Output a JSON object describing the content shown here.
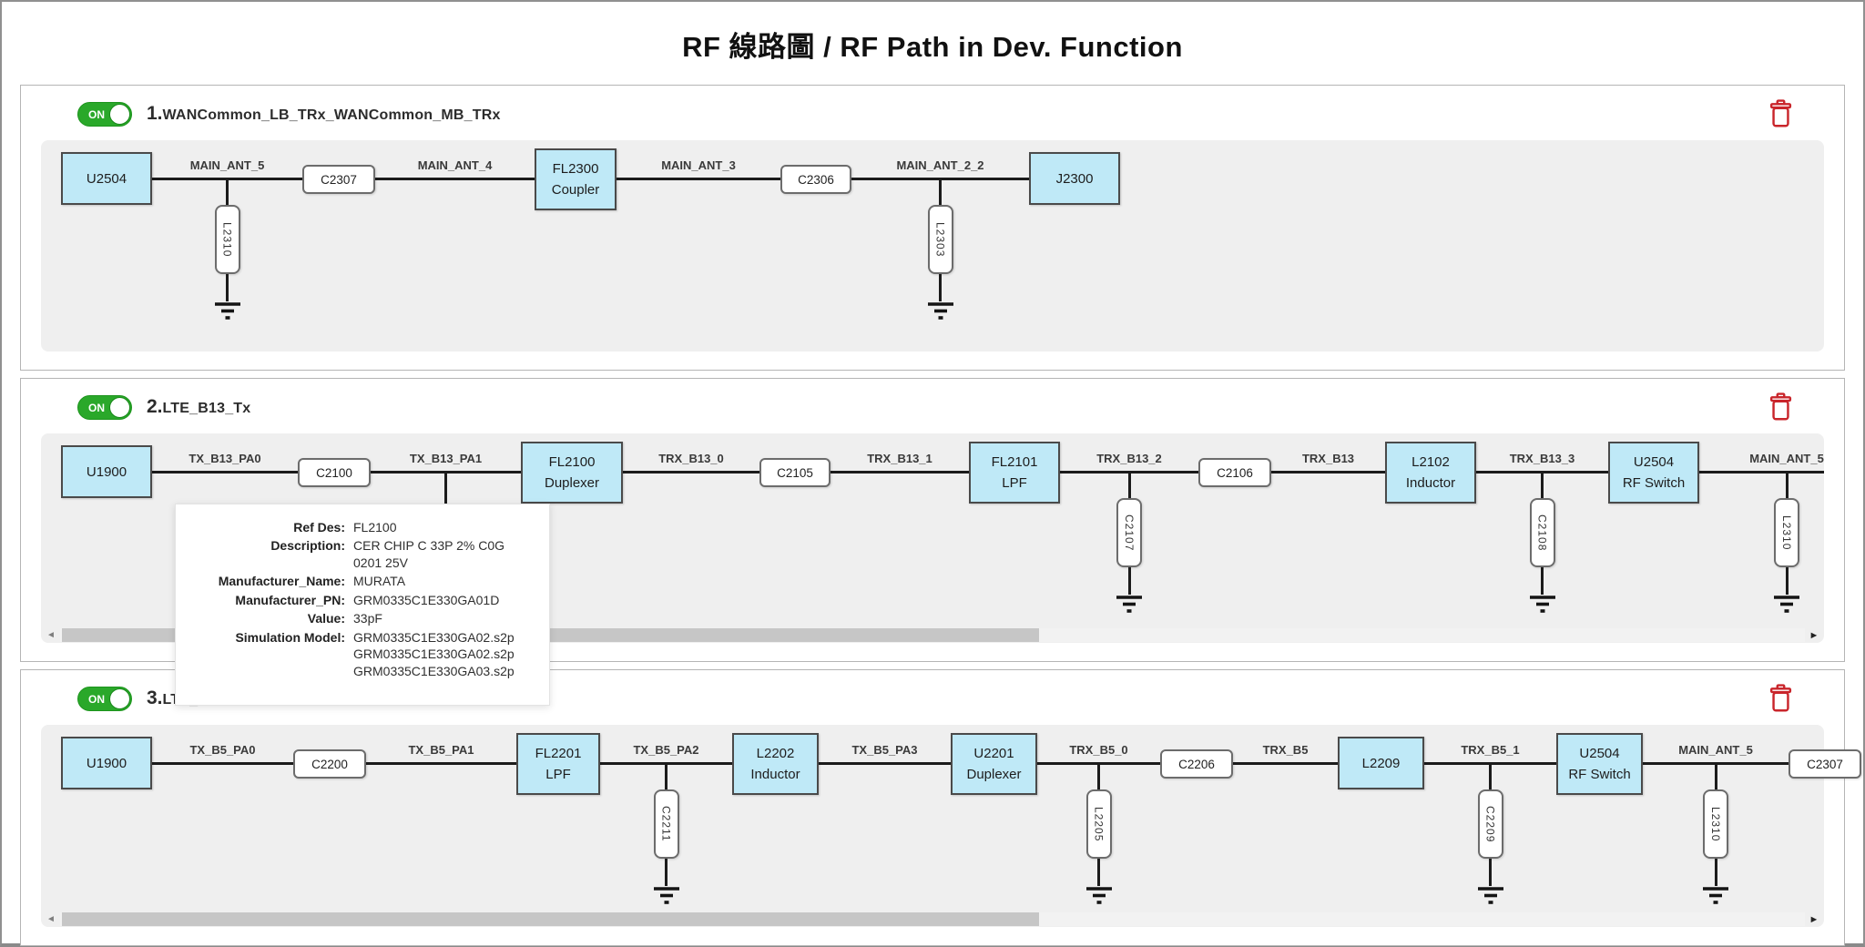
{
  "page": {
    "title": "RF 線路圖 / RF Path in Dev. Function"
  },
  "colors": {
    "toggle_green": "#2aa82a",
    "chip_fill": "#bfe9f7",
    "trash_red": "#c9252b",
    "wire": "#1b1b1b",
    "diagram_bg": "#efefef"
  },
  "sections": [
    {
      "index": "1.",
      "name": "WANCommon_LB_TRx_WANCommon_MB_TRx",
      "toggle_label": "ON",
      "diagram_height": 232,
      "scrollbar": null,
      "path": [
        {
          "type": "chip",
          "label": "U2504",
          "w": 100
        },
        {
          "type": "net",
          "label": "MAIN_ANT_5",
          "shunt": "L2310",
          "w": 165
        },
        {
          "type": "part",
          "label": "C2307",
          "w": 80
        },
        {
          "type": "net",
          "label": "MAIN_ANT_4",
          "w": 175
        },
        {
          "type": "chip",
          "label": "FL2300",
          "sub": "Coupler",
          "w": 90
        },
        {
          "type": "net",
          "label": "MAIN_ANT_3",
          "w": 180
        },
        {
          "type": "part",
          "label": "C2306",
          "w": 78
        },
        {
          "type": "net",
          "label": "MAIN_ANT_2_2",
          "shunt": "L2303",
          "w": 195
        },
        {
          "type": "chip",
          "label": "J2300",
          "w": 100
        },
        {
          "type": "spacer"
        }
      ]
    },
    {
      "index": "2.",
      "name": "LTE_B13_Tx",
      "toggle_label": "ON",
      "diagram_height": 230,
      "scrollbar": {
        "thumb_width": "56%",
        "left_arrow": "◄",
        "right_arrow": "►"
      },
      "path": [
        {
          "type": "chip",
          "label": "U1900",
          "w": 100
        },
        {
          "type": "net",
          "label": "TX_B13_PA0",
          "w": 160
        },
        {
          "type": "part",
          "label": "C2100",
          "w": 80
        },
        {
          "type": "net",
          "label": "TX_B13_PA1",
          "stub": true,
          "w": 165
        },
        {
          "type": "chip",
          "label": "FL2100",
          "sub": "Duplexer",
          "w": 112
        },
        {
          "type": "net",
          "label": "TRX_B13_0",
          "w": 150
        },
        {
          "type": "part",
          "label": "C2105",
          "w": 78
        },
        {
          "type": "net",
          "label": "TRX_B13_1",
          "w": 152
        },
        {
          "type": "chip",
          "label": "FL2101",
          "sub": "LPF",
          "w": 100
        },
        {
          "type": "net",
          "label": "TRX_B13_2",
          "shunt": "C2107",
          "w": 152
        },
        {
          "type": "part",
          "label": "C2106",
          "w": 80
        },
        {
          "type": "net",
          "label": "TRX_B13",
          "w": 125
        },
        {
          "type": "chip",
          "label": "L2102",
          "sub": "Inductor",
          "w": 100
        },
        {
          "type": "net",
          "label": "TRX_B13_3",
          "shunt": "C2108",
          "w": 145
        },
        {
          "type": "chip",
          "label": "U2504",
          "sub": "RF Switch",
          "w": 100
        },
        {
          "type": "net",
          "label": "MAIN_ANT_5",
          "shunt": "L2310",
          "trailing": true
        }
      ]
    },
    {
      "index": "3.",
      "name": "LTE_",
      "toggle_label": "ON",
      "diagram_height": 222,
      "scrollbar": {
        "thumb_width": "56%",
        "left_arrow": "◄",
        "right_arrow": "►"
      },
      "path": [
        {
          "type": "chip",
          "label": "U1900",
          "w": 100
        },
        {
          "type": "net",
          "label": "TX_B5_PA0",
          "w": 155
        },
        {
          "type": "part",
          "label": "C2200",
          "w": 80
        },
        {
          "type": "net",
          "label": "TX_B5_PA1",
          "w": 165
        },
        {
          "type": "chip",
          "label": "FL2201",
          "sub": "LPF",
          "w": 92
        },
        {
          "type": "net",
          "label": "TX_B5_PA2",
          "shunt": "C2211",
          "w": 145
        },
        {
          "type": "chip",
          "label": "L2202",
          "sub": "Inductor",
          "w": 95
        },
        {
          "type": "net",
          "label": "TX_B5_PA3",
          "w": 145
        },
        {
          "type": "chip",
          "label": "U2201",
          "sub": "Duplexer",
          "w": 95
        },
        {
          "type": "net",
          "label": "TRX_B5_0",
          "shunt": "L2205",
          "w": 135
        },
        {
          "type": "part",
          "label": "C2206",
          "w": 80
        },
        {
          "type": "net",
          "label": "TRX_B5",
          "w": 115
        },
        {
          "type": "chip",
          "label": "L2209",
          "w": 95
        },
        {
          "type": "net",
          "label": "TRX_B5_1",
          "shunt": "C2209",
          "w": 145
        },
        {
          "type": "chip",
          "label": "U2504",
          "sub": "RF Switch",
          "w": 95
        },
        {
          "type": "net",
          "label": "MAIN_ANT_5",
          "shunt": "L2310",
          "w": 160
        },
        {
          "type": "part",
          "label": "C2307",
          "w": 80
        }
      ]
    }
  ],
  "tooltip": {
    "fields": [
      {
        "label": "Ref Des:",
        "value": "FL2100"
      },
      {
        "label": "Description:",
        "value": "CER CHIP C 33P 2% C0G 0201 25V"
      },
      {
        "label": "Manufacturer_Name:",
        "value": "MURATA"
      },
      {
        "label": "Manufacturer_PN:",
        "value": "GRM0335C1E330GA01D"
      },
      {
        "label": "Value:",
        "value": "33pF"
      },
      {
        "label": "Simulation Model:",
        "value": "GRM0335C1E330GA02.s2p\nGRM0335C1E330GA02.s2p\nGRM0335C1E330GA03.s2p"
      }
    ]
  }
}
